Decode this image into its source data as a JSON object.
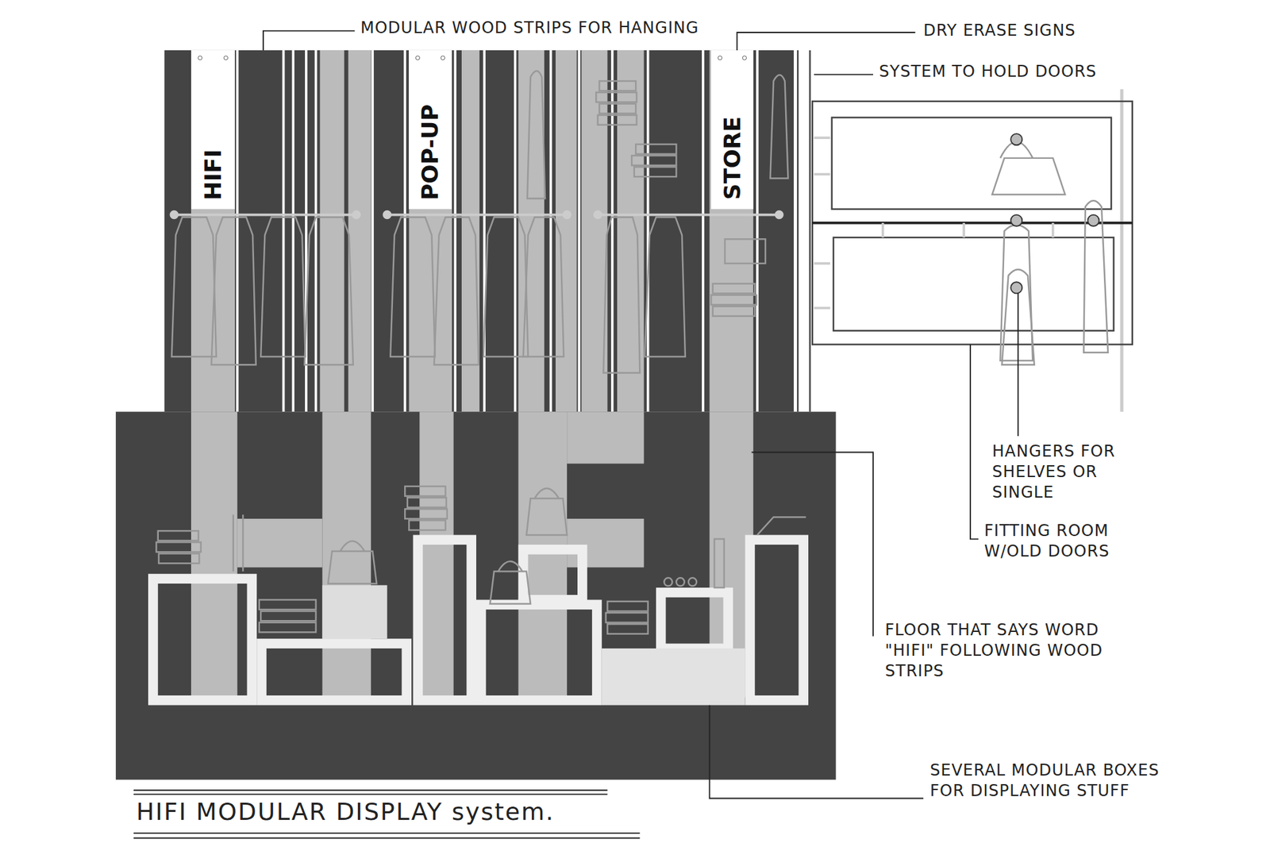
{
  "diagram": {
    "title": "HIFI MODULAR DISPLAY system.",
    "nodes": [
      {
        "text": [
          "HIFI"
        ]
      },
      {
        "text": [
          "POP-UP"
        ]
      },
      {
        "text": [
          "STORE"
        ]
      }
    ],
    "labels": [
      "MODULAR WOOD STRIPS FOR HANGING",
      "DRY ERASE SIGNS",
      "SYSTEM TO HOLD DOORS",
      "HANGERS FOR SHELVES OR SINGLE",
      "FITTING ROOM W/OLD DOORS",
      "FLOOR THAT SAYS WORD \"HIFI\" FOLLOWING WOOD STRIPS",
      "SEVERAL MODULAR BOXES FOR DISPLAYING STUFF"
    ]
  }
}
